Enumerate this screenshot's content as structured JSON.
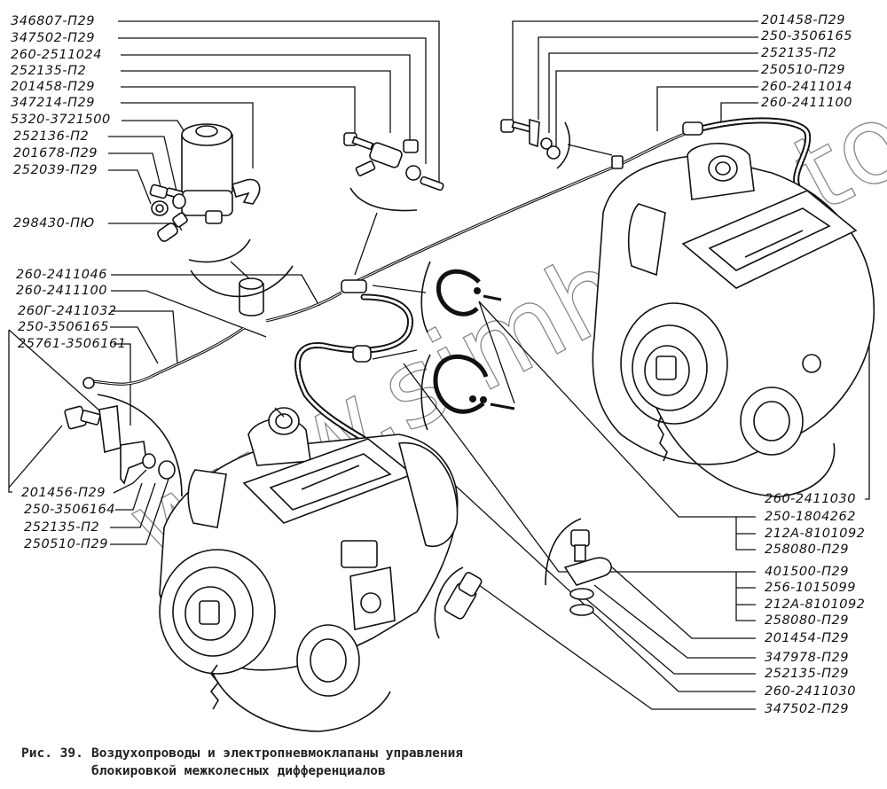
{
  "figure": {
    "number_label": "Рис. 39.",
    "caption_line1": "Воздухопроводы и электропневмоклапаны управления",
    "caption_line2": "блокировкой межколесных дифференциалов",
    "watermark": "www.simhron-to"
  },
  "callouts": {
    "left_top": [
      "346807-П29",
      "347502-П29",
      "260-2511024",
      "252135-П2",
      "201458-П29",
      "347214-П29",
      "5320-3721500",
      "252136-П2",
      "201678-П29",
      "252039-П29",
      "298430-ПЮ"
    ],
    "left_middle": [
      "260-2411046",
      "260-2411100",
      "260Г-2411032",
      "250-3506165",
      "25761-3506161"
    ],
    "left_bottom": [
      "201456-П29",
      "250-3506164",
      "252135-П2",
      "250510-П29"
    ],
    "right_top": [
      "201458-П29",
      "250-3506165",
      "252135-П2",
      "250510-П29",
      "260-2411014",
      "260-2411100"
    ],
    "right_bottom": [
      "260-2411030",
      "250-1804262",
      "212А-8101092",
      "258080-П29",
      "401500-П29",
      "256-1015099",
      "212А-8101092",
      "258080-П29",
      "201454-П29",
      "347978-П29",
      "252135-П29",
      "260-2411030",
      "347502-П29"
    ]
  },
  "components": [
    "electropneumatic-valve",
    "tee-fitting-assembly",
    "air-filter-cup",
    "hose-clamp-upper",
    "hose-clamp-lower",
    "rear-axle-drive-upper",
    "rear-axle-drive-lower",
    "mounting-bracket",
    "clip-bolt-assembly",
    "union-fitting"
  ]
}
